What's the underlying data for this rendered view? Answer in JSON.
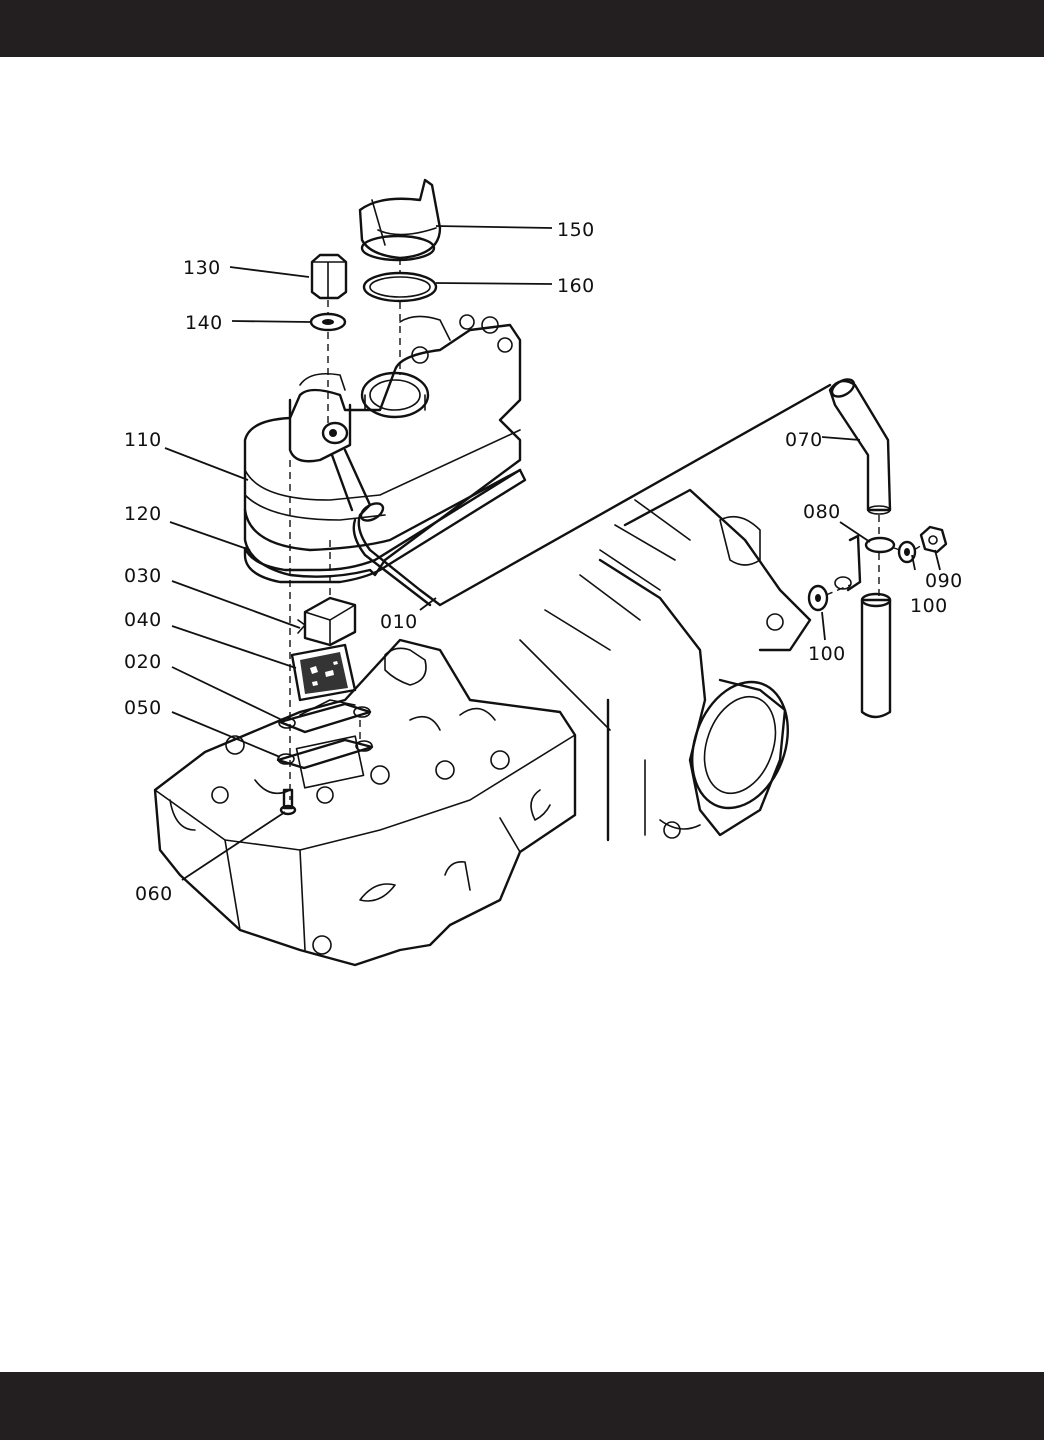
{
  "colors": {
    "header_bar": "#231f20",
    "footer_bar": "#231f20",
    "background": "#ffffff",
    "ink": "#111111"
  },
  "callouts": {
    "c150": "150",
    "c160": "160",
    "c130": "130",
    "c140": "140",
    "c110": "110",
    "c120": "120",
    "c030": "030",
    "c040": "040",
    "c020": "020",
    "c050": "050",
    "c060": "060",
    "c010": "010",
    "c070": "070",
    "c080": "080",
    "c090": "090",
    "c100a": "100",
    "c100b": "100"
  }
}
